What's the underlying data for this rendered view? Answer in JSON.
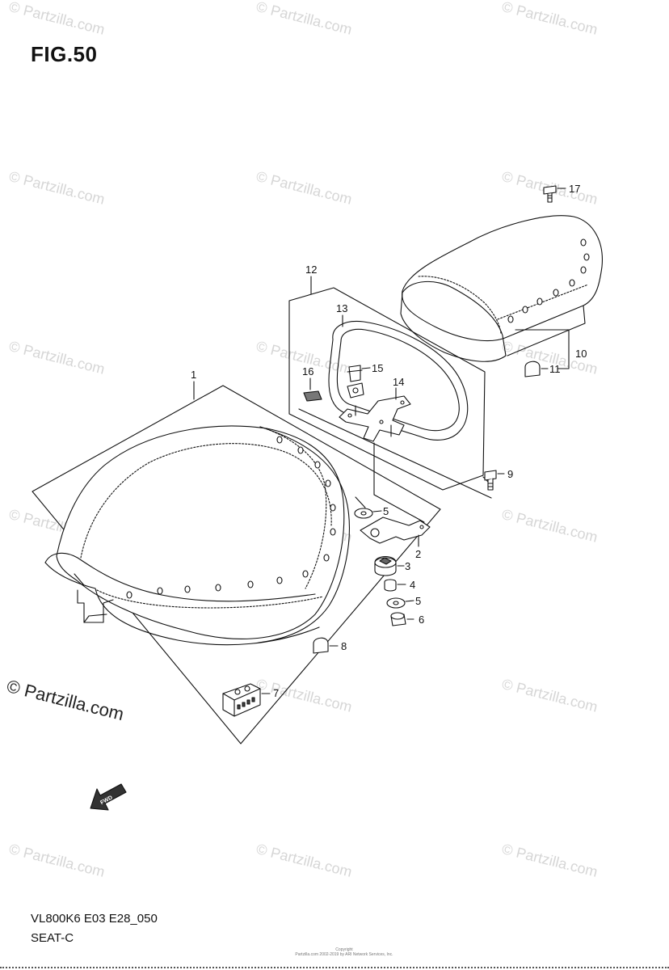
{
  "figure": {
    "title": "FIG.50",
    "code": "VL800K6 E03 E28_050",
    "section": "SEAT-C",
    "fwd_label": "FWD",
    "copyright_line1": "Copyright",
    "copyright_line2": "Partzilla.com 2002-2019 by ARI Network Services, Inc."
  },
  "watermark": {
    "text": "© Partzilla.com",
    "large_text": "© Partzilla.com"
  },
  "callouts": [
    {
      "id": "c1",
      "label": "1"
    },
    {
      "id": "c2",
      "label": "2"
    },
    {
      "id": "c3",
      "label": "3"
    },
    {
      "id": "c4",
      "label": "4"
    },
    {
      "id": "c5a",
      "label": "5"
    },
    {
      "id": "c5b",
      "label": "5"
    },
    {
      "id": "c6",
      "label": "6"
    },
    {
      "id": "c7",
      "label": "7"
    },
    {
      "id": "c8",
      "label": "8"
    },
    {
      "id": "c9",
      "label": "9"
    },
    {
      "id": "c10",
      "label": "10"
    },
    {
      "id": "c11",
      "label": "11"
    },
    {
      "id": "c12",
      "label": "12"
    },
    {
      "id": "c13",
      "label": "13"
    },
    {
      "id": "c14",
      "label": "14"
    },
    {
      "id": "c15",
      "label": "15"
    },
    {
      "id": "c16",
      "label": "16"
    },
    {
      "id": "c17",
      "label": "17"
    }
  ],
  "colors": {
    "line": "#111111",
    "watermark": "#d6d6d6",
    "part_fill": "#ffffff",
    "shade": "#666666"
  }
}
